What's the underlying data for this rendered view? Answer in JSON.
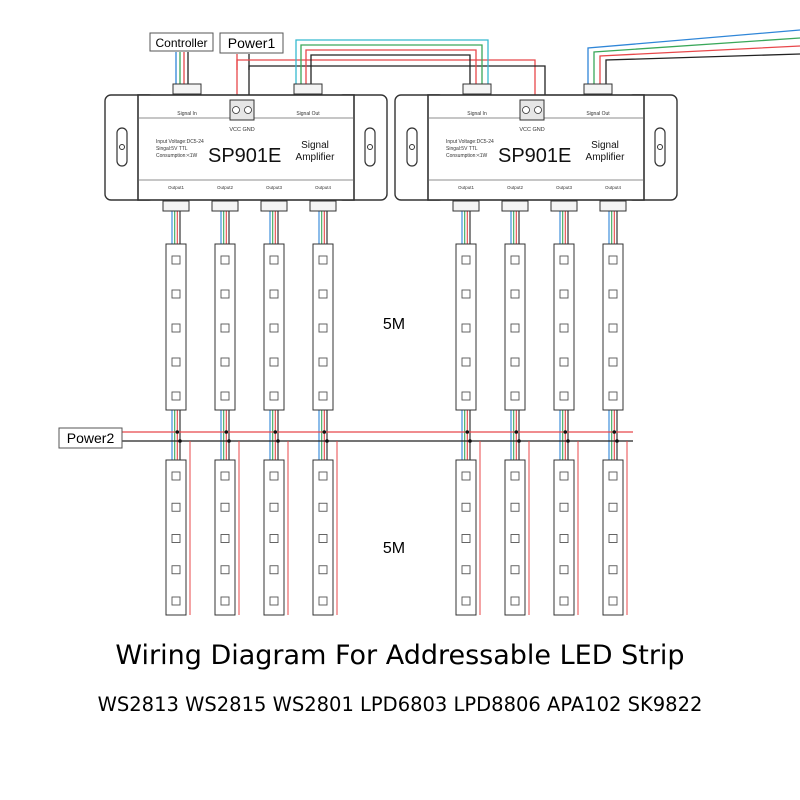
{
  "labels": {
    "controller": "Controller",
    "power1": "Power1",
    "power2": "Power2",
    "length_top": "5M",
    "length_bottom": "5M"
  },
  "amplifier": {
    "model": "SP901E",
    "type_line1": "Signal",
    "type_line2": "Amplifier",
    "spec_voltage": "Input Voltage:DC5-24",
    "spec_signal": "Singal:5V TTL",
    "spec_consumption": "Consumption:<1W",
    "signal_in": "Signal In",
    "signal_out": "Signal Out",
    "vcc_gnd": "VCC GND",
    "outputs": [
      "Output1",
      "Output2",
      "Output3",
      "Output4"
    ]
  },
  "caption": {
    "title": "Wiring Diagram For Addressable LED Strip",
    "models": "WS2813 WS2815 WS2801 LPD6803 LPD8806 APA102 SK9822"
  },
  "colors": {
    "wire_red": "#e8474a",
    "wire_green": "#3aa85a",
    "wire_blue": "#2f86d8",
    "wire_cyan": "#35b9cf",
    "wire_black": "#222222",
    "outline": "#333333"
  }
}
